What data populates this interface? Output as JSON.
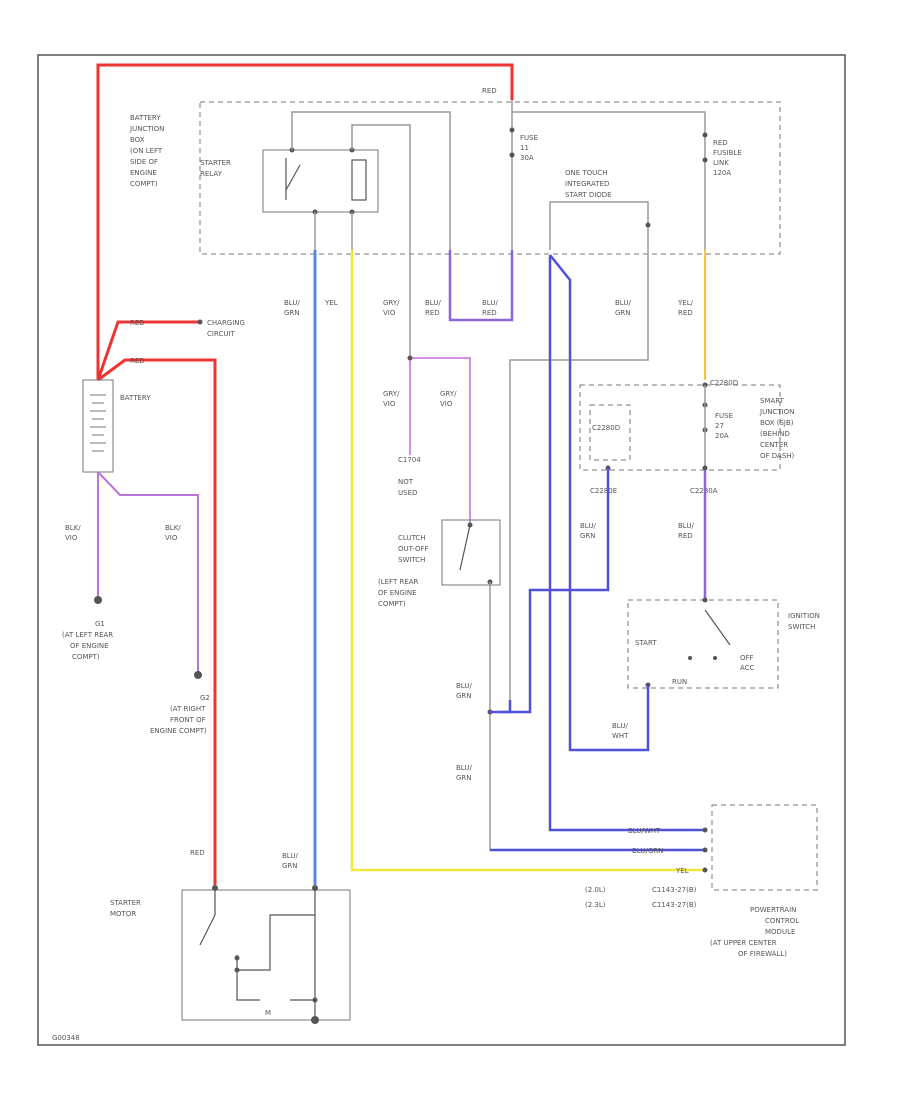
{
  "diagram_code": "G00348",
  "labels": {
    "battery_jb": [
      "BATTERY",
      "JUNCTION",
      "BOX",
      "(ON LEFT",
      "SIDE OF",
      "ENGINE",
      "COMPT)"
    ],
    "starter_relay": [
      "STARTER",
      "RELAY"
    ],
    "fuse11": [
      "FUSE",
      "11",
      "30A"
    ],
    "fusible_link": [
      "RED",
      "FUSIBLE",
      "LINK",
      "120A"
    ],
    "one_touch": [
      "ONE TOUCH",
      "INTEGRATED",
      "START DIODE"
    ],
    "charging": [
      "CHARGING",
      "CIRCUIT"
    ],
    "battery": "BATTERY",
    "not_used": [
      "C1704",
      "NOT",
      "USED"
    ],
    "smart_jb": [
      "SMART",
      "JUNCTION",
      "BOX (SJB)",
      "(BEHIND",
      "CENTER",
      "OF DASH)"
    ],
    "fuse27": [
      "FUSE",
      "27",
      "20A"
    ],
    "clutch_switch": [
      "CLUTCH",
      "OUT-OFF",
      "SWITCH",
      "(LEFT REAR",
      "OF ENGINE",
      "COMPT)"
    ],
    "ignition_switch": [
      "IGNITION",
      "SWITCH"
    ],
    "ign_pos": [
      "START",
      "RUN",
      "OFF",
      "ACC"
    ],
    "g1": [
      "G1",
      "(AT LEFT REAR",
      "OF ENGINE",
      "COMPT)"
    ],
    "g2": [
      "G2",
      "(AT RIGHT",
      "FRONT OF",
      "ENGINE COMPT)"
    ],
    "starter_motor": [
      "STARTER",
      "MOTOR"
    ],
    "starter_m": "M",
    "pcm": [
      "POWERTRAIN",
      "CONTROL",
      "MODULE",
      "(AT UPPER CENTER",
      "OF FIREWALL)"
    ],
    "pcm_rows": [
      "(2.0L)",
      "(2.3L)"
    ],
    "pcm_conn": [
      "C1143-27(B)",
      "C1143-27(B)"
    ],
    "smart_conn": [
      "C2280E",
      "C2280A"
    ],
    "c2280d": "C2280D",
    "c228od": "C2280D"
  },
  "wires": {
    "red_top": "RED",
    "red_char": "RED",
    "red_bat": "RED",
    "red_motor": "RED",
    "blu_grn1": [
      "BLU/",
      "GRN"
    ],
    "yel1": "YEL",
    "gry_vio1": [
      "GRY/",
      "VIO"
    ],
    "blu_red1": [
      "BLU/",
      "RED"
    ],
    "blu_red2": [
      "BLU/",
      "RED"
    ],
    "blu_grn2": [
      "BLU/",
      "GRN"
    ],
    "yel_red": [
      "YEL/",
      "RED"
    ],
    "gry_vio2": [
      "GRY/",
      "VIO"
    ],
    "gry_vio3": [
      "GRY/",
      "VIO"
    ],
    "blu_vio1": [
      "BLK/",
      "VIO"
    ],
    "blu_vio2": [
      "BLK/",
      "VIO"
    ],
    "blu_grn3": [
      "BLU/",
      "GRN"
    ],
    "blu_red3": [
      "BLU/",
      "RED"
    ],
    "blu_grn4": [
      "BLU/",
      "GRN"
    ],
    "blu_grn5": [
      "BLU/",
      "GRN"
    ],
    "blu_wht": [
      "BLU/",
      "WHT"
    ],
    "blu_wht_pcm": "BLU/WHT",
    "blu_grn_pcm": "BLU/GRN",
    "yel_pcm": "YEL",
    "blu_grn_motor": [
      "BLU/",
      "GRN"
    ]
  },
  "colors": {
    "red": "#ee3333",
    "blue": "#5f86e3",
    "yellow": "#f2e83b",
    "dark_blue": "#5050dd",
    "violet": "#b874d8",
    "orange": "#f5c250"
  }
}
